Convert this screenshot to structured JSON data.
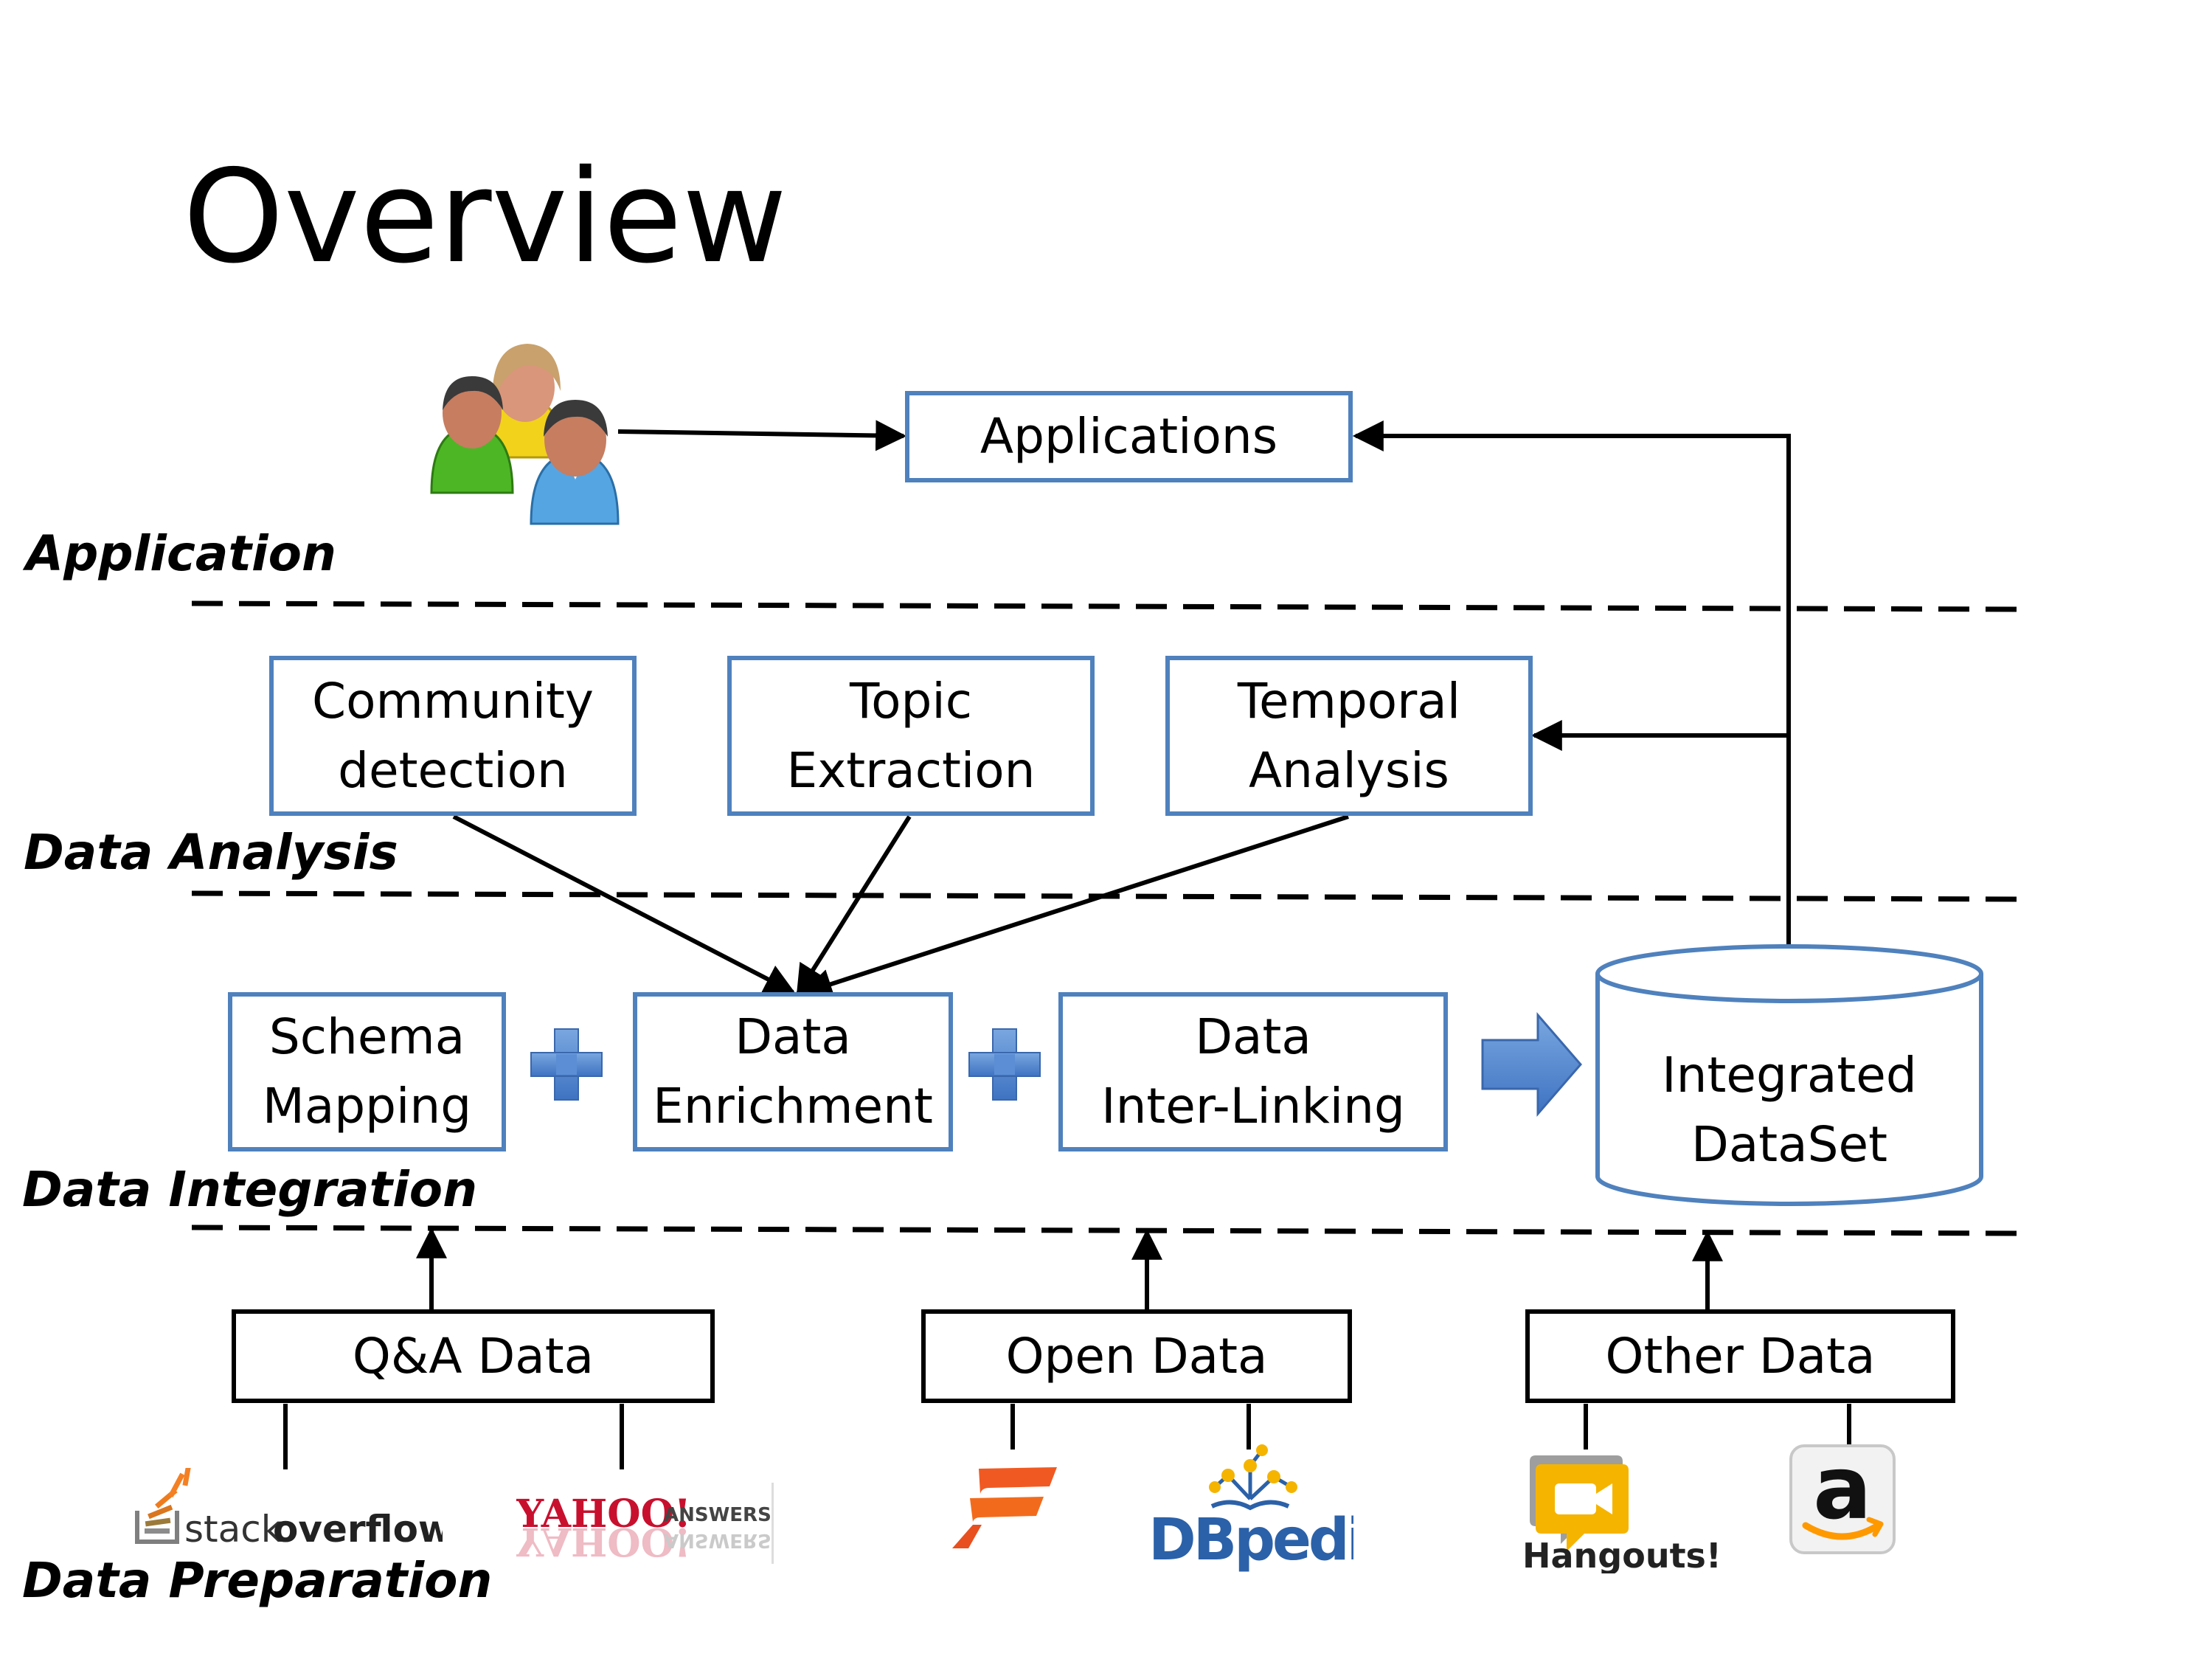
{
  "title": "Overview",
  "layers": {
    "application": "Application",
    "data_analysis": "Data Analysis",
    "data_integration": "Data Integration",
    "data_preparation": "Data Preparation"
  },
  "boxes": {
    "applications": "Applications",
    "community_detection": "Community\ndetection",
    "topic_extraction": "Topic\nExtraction",
    "temporal_analysis": "Temporal\nAnalysis",
    "schema_mapping": "Schema\nMapping",
    "data_enrichment": "Data\nEnrichment",
    "data_inter_linking": "Data\nInter-Linking",
    "integrated_dataset": "Integrated\nDataSet"
  },
  "sources": {
    "qa_data": "Q&A Data",
    "open_data": "Open Data",
    "other_data": "Other Data"
  },
  "logos": {
    "stackoverflow_prefix": "stack",
    "stackoverflow_suffix": "overflow",
    "yahoo_brand": "YAHOO!",
    "yahoo_answers": "ANSWERS",
    "dbpedia": "DBpedia",
    "hangouts": "Hangouts!",
    "amazon": "a"
  },
  "icons": {
    "users": "users-group-icon",
    "plus": "plus-icon",
    "right_arrow": "right-arrow-icon",
    "database": "database-cylinder-icon"
  },
  "colors": {
    "box_border": "#4f81bd",
    "plus_fill": "#4f81bd",
    "stackoverflow_orange": "#f48024",
    "yahoo_red": "#c8102e",
    "freebase_orange": "#f05a22",
    "dbpedia_blue": "#2b61a8",
    "hangouts_yellow": "#f5b400",
    "amazon_orange": "#ff9900"
  }
}
